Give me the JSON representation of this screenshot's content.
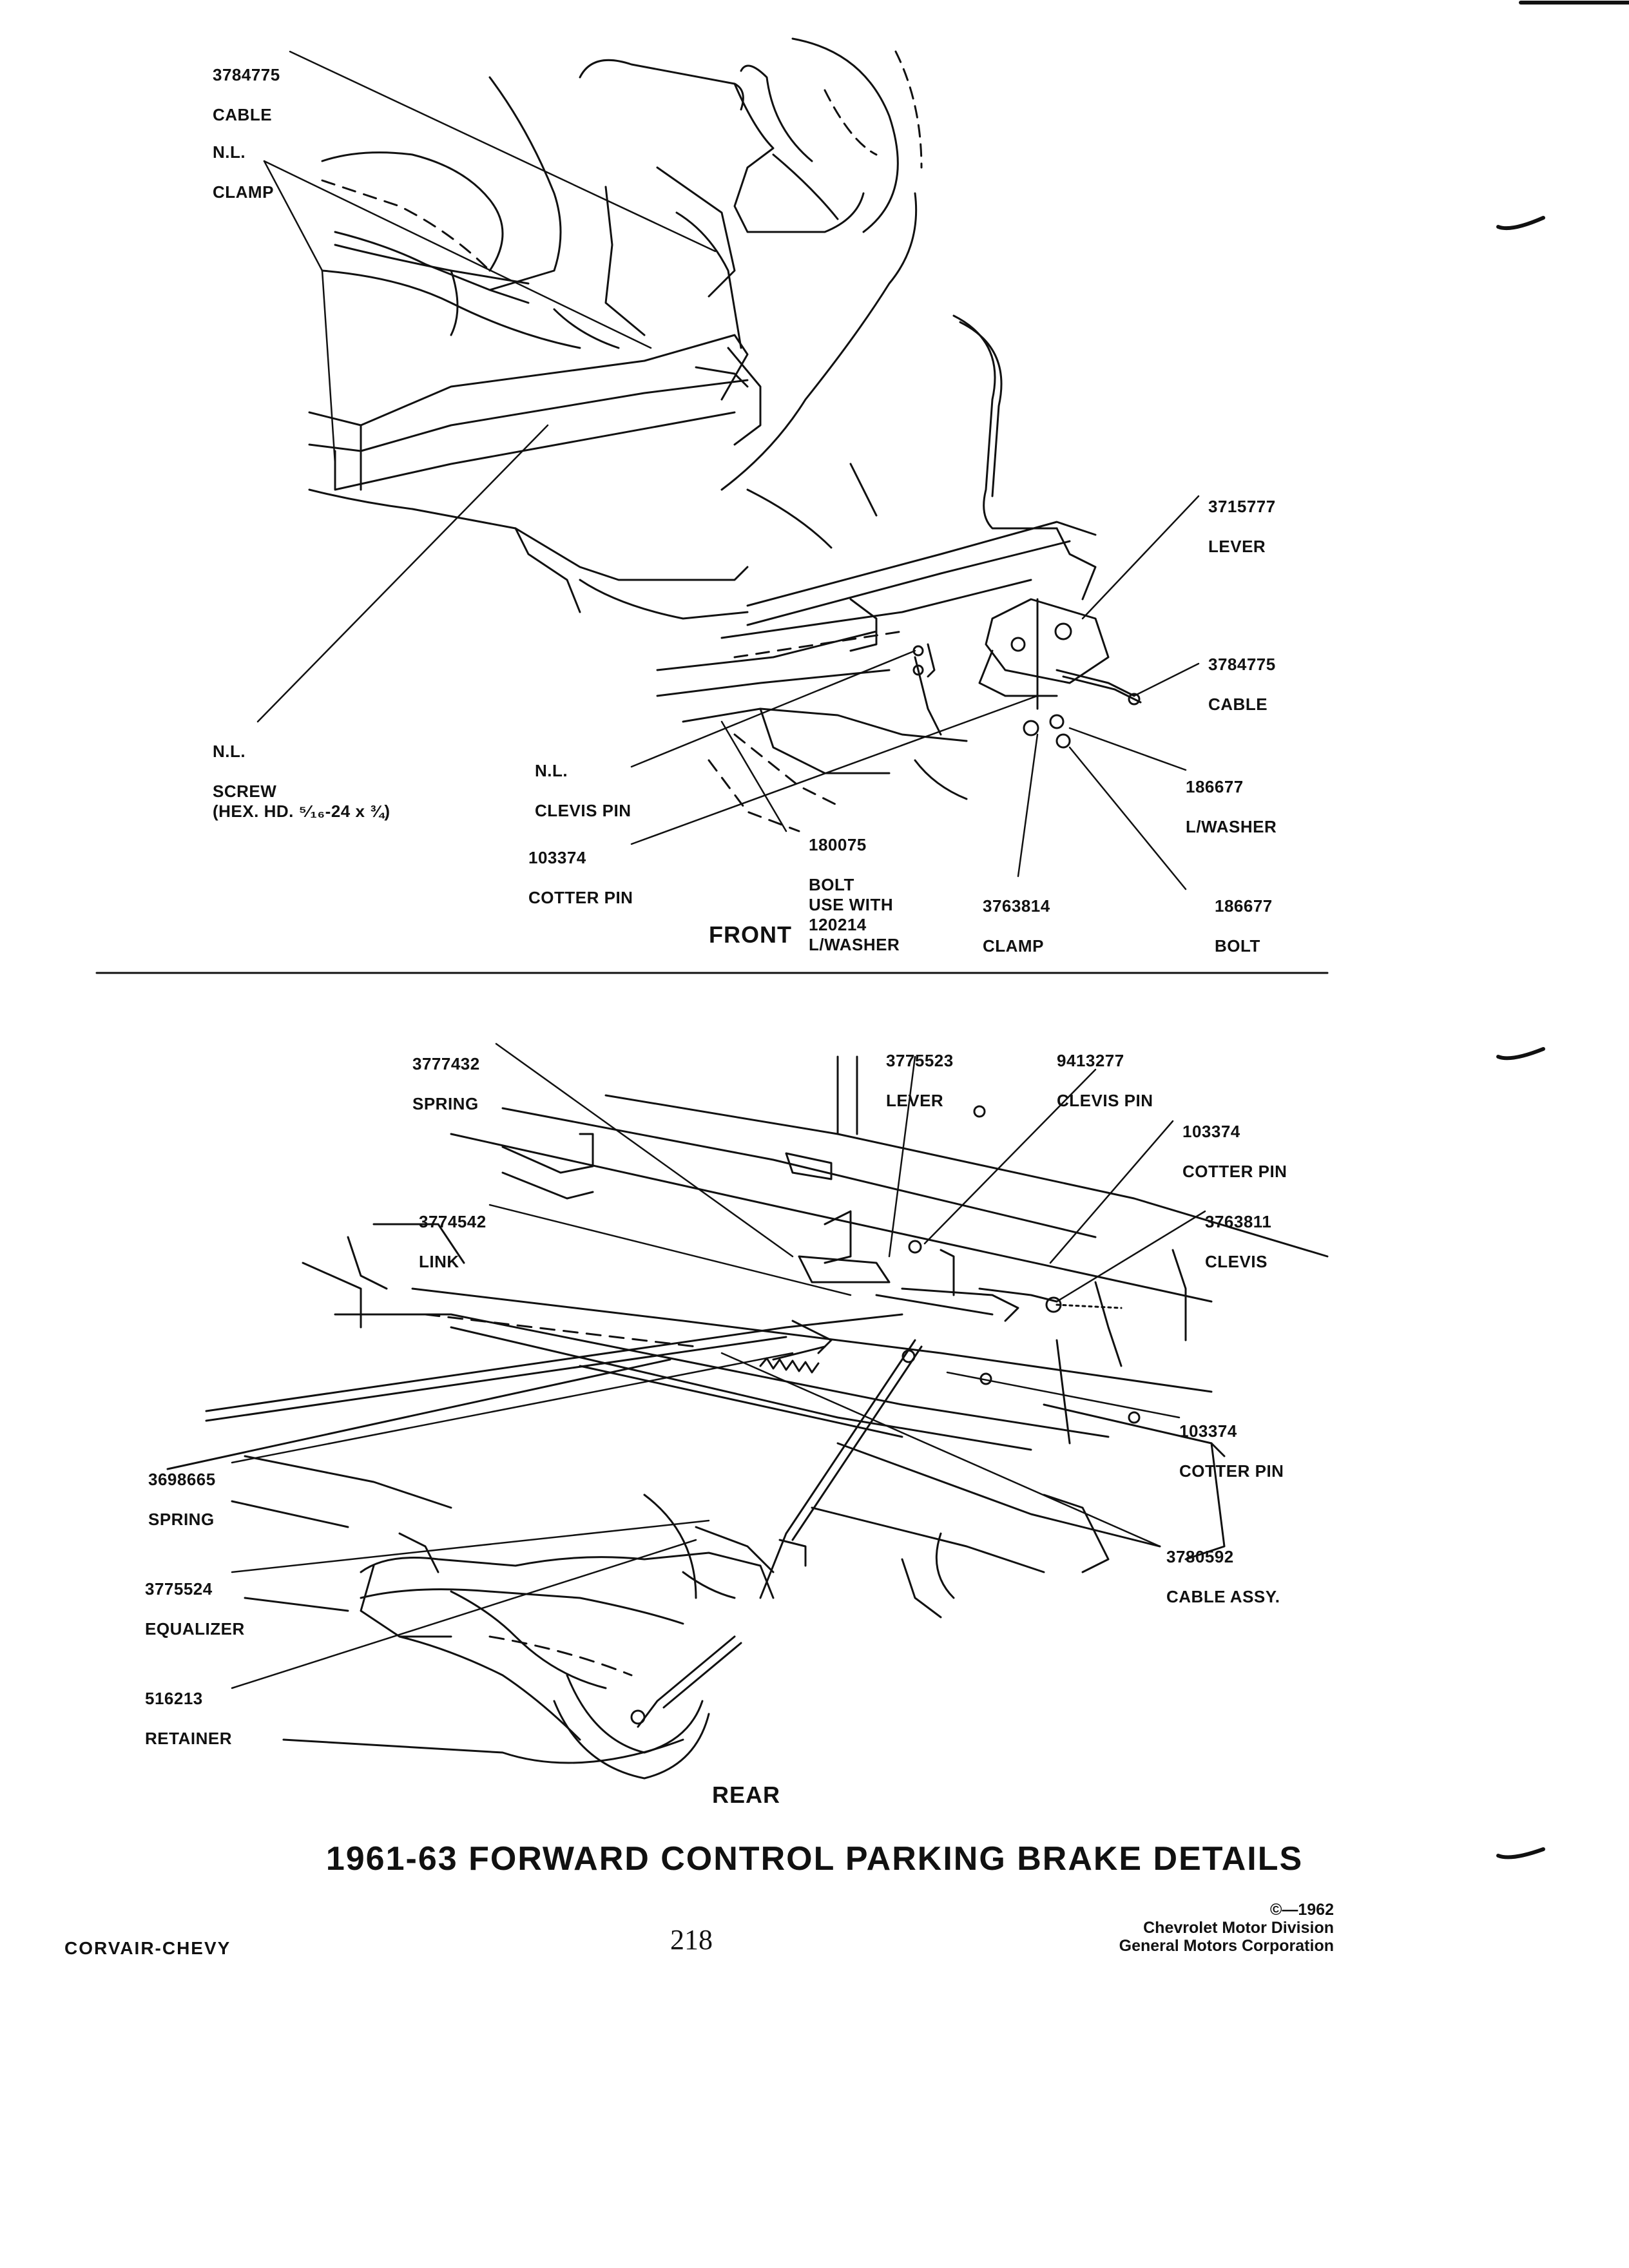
{
  "front_callouts": [
    {
      "id": "cable-3784775-top",
      "part": "3784775",
      "name": "CABLE"
    },
    {
      "id": "clamp-nl",
      "part": "N.L.",
      "name": "CLAMP"
    },
    {
      "id": "lever-3715777",
      "part": "3715777",
      "name": "LEVER"
    },
    {
      "id": "cable-3784775-right",
      "part": "3784775",
      "name": "CABLE"
    },
    {
      "id": "screw-nl",
      "part": "N.L.",
      "name": "SCREW\n(HEX. HD. ⁵⁄₁₆-24 x ¾)"
    },
    {
      "id": "clevis-pin-nl",
      "part": "N.L.",
      "name": "CLEVIS PIN"
    },
    {
      "id": "lwasher-186677",
      "part": "186677",
      "name": "L/WASHER"
    },
    {
      "id": "cotter-pin-103374-front",
      "part": "103374",
      "name": "COTTER PIN"
    },
    {
      "id": "bolt-180075",
      "part": "180075",
      "name": "BOLT\nUSE WITH\n120214\nL/WASHER"
    },
    {
      "id": "clamp-3763814",
      "part": "3763814",
      "name": "CLAMP"
    },
    {
      "id": "bolt-186677",
      "part": "186677",
      "name": "BOLT"
    }
  ],
  "front_label": "FRONT",
  "rear_callouts": [
    {
      "id": "spring-3777432",
      "part": "3777432",
      "name": "SPRING"
    },
    {
      "id": "lever-3775523",
      "part": "3775523",
      "name": "LEVER"
    },
    {
      "id": "clevis-pin-9413277",
      "part": "9413277",
      "name": "CLEVIS PIN"
    },
    {
      "id": "cotter-pin-103374-upper",
      "part": "103374",
      "name": "COTTER PIN"
    },
    {
      "id": "link-3774542",
      "part": "3774542",
      "name": "LINK"
    },
    {
      "id": "clevis-3763811",
      "part": "3763811",
      "name": "CLEVIS"
    },
    {
      "id": "cotter-pin-103374-lower",
      "part": "103374",
      "name": "COTTER PIN"
    },
    {
      "id": "spring-3698665",
      "part": "3698665",
      "name": "SPRING"
    },
    {
      "id": "cable-assy-3780592",
      "part": "3780592",
      "name": "CABLE ASSY."
    },
    {
      "id": "equalizer-3775524",
      "part": "3775524",
      "name": "EQUALIZER"
    },
    {
      "id": "retainer-516213",
      "part": "516213",
      "name": "RETAINER"
    }
  ],
  "rear_label": "REAR",
  "title": "1961-63 FORWARD CONTROL PARKING BRAKE DETAILS",
  "footer": {
    "left": "CORVAIR-CHEVY",
    "page_number": "218",
    "copyright": "©—1962",
    "division": "Chevrolet Motor Division",
    "corporation": "General Motors Corporation"
  }
}
